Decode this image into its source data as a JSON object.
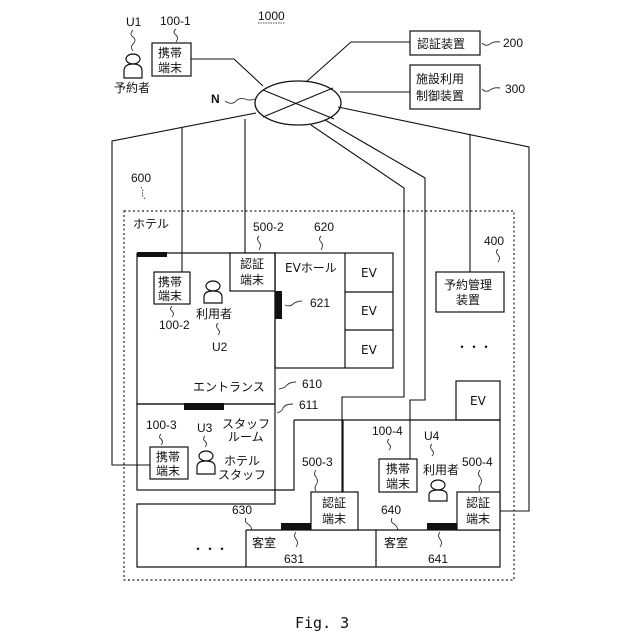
{
  "figure": {
    "system_ref": "1000",
    "caption": "Fig. 3"
  },
  "network": {
    "label": "N"
  },
  "reserver": {
    "ref": "U1",
    "label": "予約者"
  },
  "terminals": {
    "t1": {
      "ref": "100-1",
      "line1": "携帯",
      "line2": "端末"
    },
    "t2": {
      "ref": "100-2",
      "line1": "携帯",
      "line2": "端末"
    },
    "t3": {
      "ref": "100-3",
      "line1": "携帯",
      "line2": "端末"
    },
    "t4": {
      "ref": "100-4",
      "line1": "携帯",
      "line2": "端末"
    }
  },
  "auth_device": {
    "ref": "200",
    "label": "認証装置"
  },
  "facility_control": {
    "ref": "300",
    "line1": "施設利用",
    "line2": "制御装置"
  },
  "reservation_mgmt": {
    "ref": "400",
    "line1": "予約管理",
    "line2": "装置"
  },
  "hotel": {
    "ref": "600",
    "label": "ホテル",
    "ellipsis": "・・・"
  },
  "auth_terminals": {
    "a2": {
      "ref": "500-2",
      "line1": "認証",
      "line2": "端末"
    },
    "a3": {
      "ref": "500-3",
      "line1": "認証",
      "line2": "端末"
    },
    "a4": {
      "ref": "500-4",
      "line1": "認証",
      "line2": "端末"
    }
  },
  "users": {
    "u2": {
      "ref": "U2",
      "label": "利用者"
    },
    "u3": {
      "ref": "U3",
      "line1": "ホテル",
      "line2": "スタッフ"
    },
    "u4": {
      "ref": "U4",
      "label": "利用者"
    }
  },
  "ev_hall": {
    "ref": "620",
    "label": "EVホール",
    "door_ref": "621",
    "ev_labels": [
      "EV",
      "EV",
      "EV"
    ]
  },
  "entrance": {
    "ref": "610",
    "label": "エントランス"
  },
  "staff_room": {
    "ref": "611",
    "line1": "スタッフ",
    "line2": "ルーム"
  },
  "ev_upper": {
    "label": "EV"
  },
  "rooms": {
    "corridor_ref": "630",
    "ellipsis": "・・・",
    "r1": {
      "label": "客室",
      "door_ref": "631"
    },
    "r2": {
      "ref": "640",
      "label": "客室",
      "door_ref": "641"
    }
  }
}
